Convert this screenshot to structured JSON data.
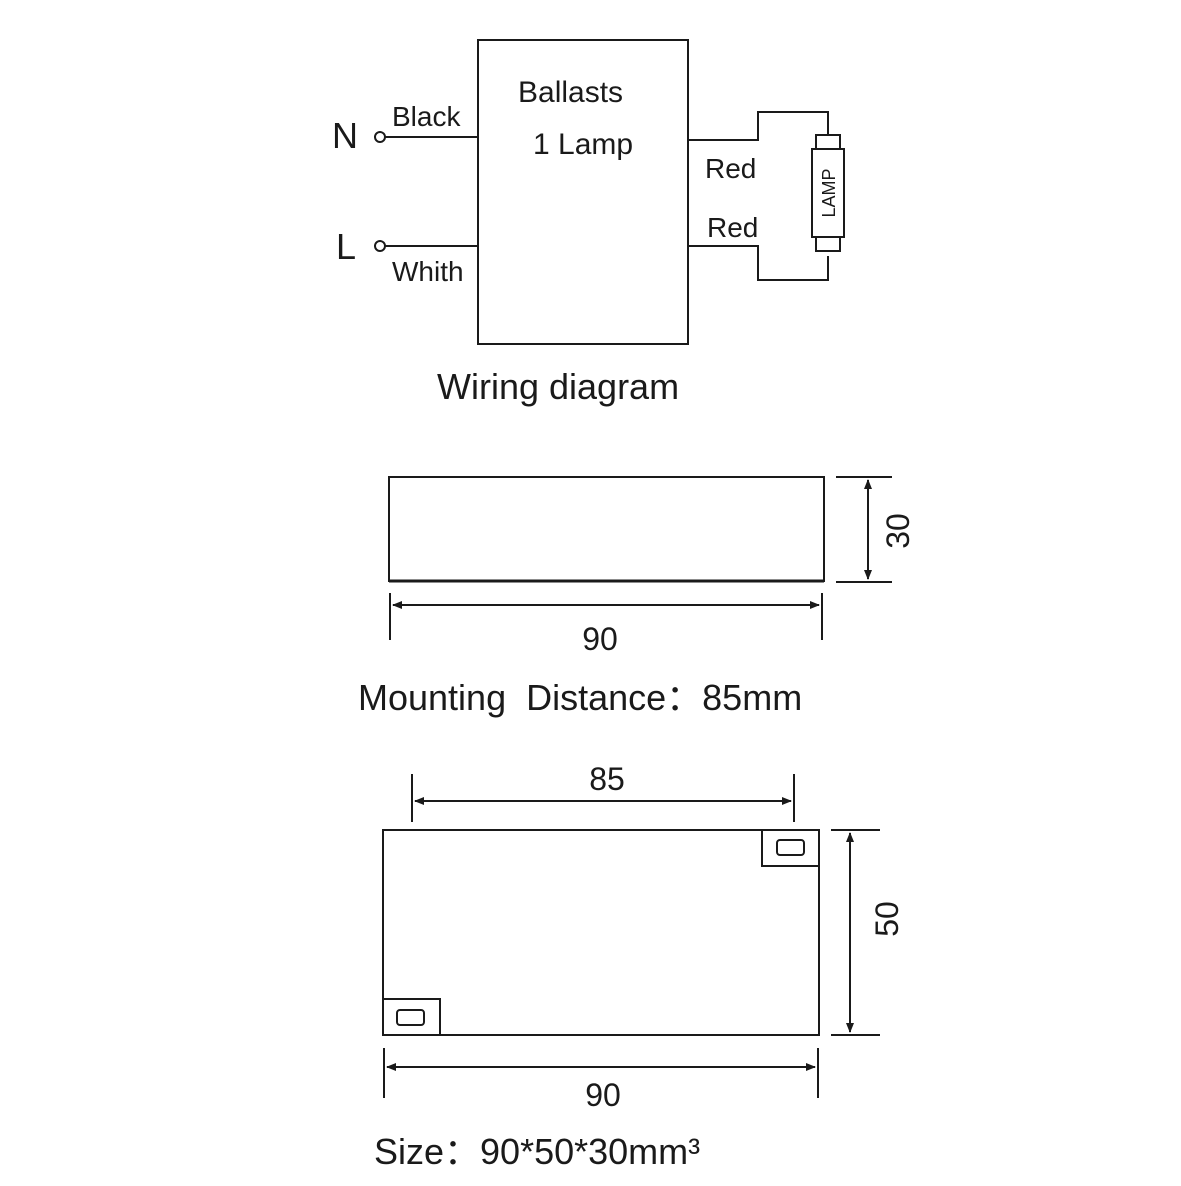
{
  "wiring": {
    "box_title": "Ballasts",
    "box_subtitle": "1 Lamp",
    "n_terminal": "N",
    "l_terminal": "L",
    "n_wire": "Black",
    "l_wire": "Whith",
    "out_wire_top": "Red",
    "out_wire_bottom": "Red",
    "lamp": "LAMP",
    "caption": "Wiring diagram"
  },
  "side_view": {
    "width": "90",
    "height": "30",
    "caption": "Mounting  Distance：85mm"
  },
  "top_view": {
    "mount_distance": "85",
    "width": "90",
    "depth": "50",
    "caption": "Size：90*50*30mm³"
  }
}
